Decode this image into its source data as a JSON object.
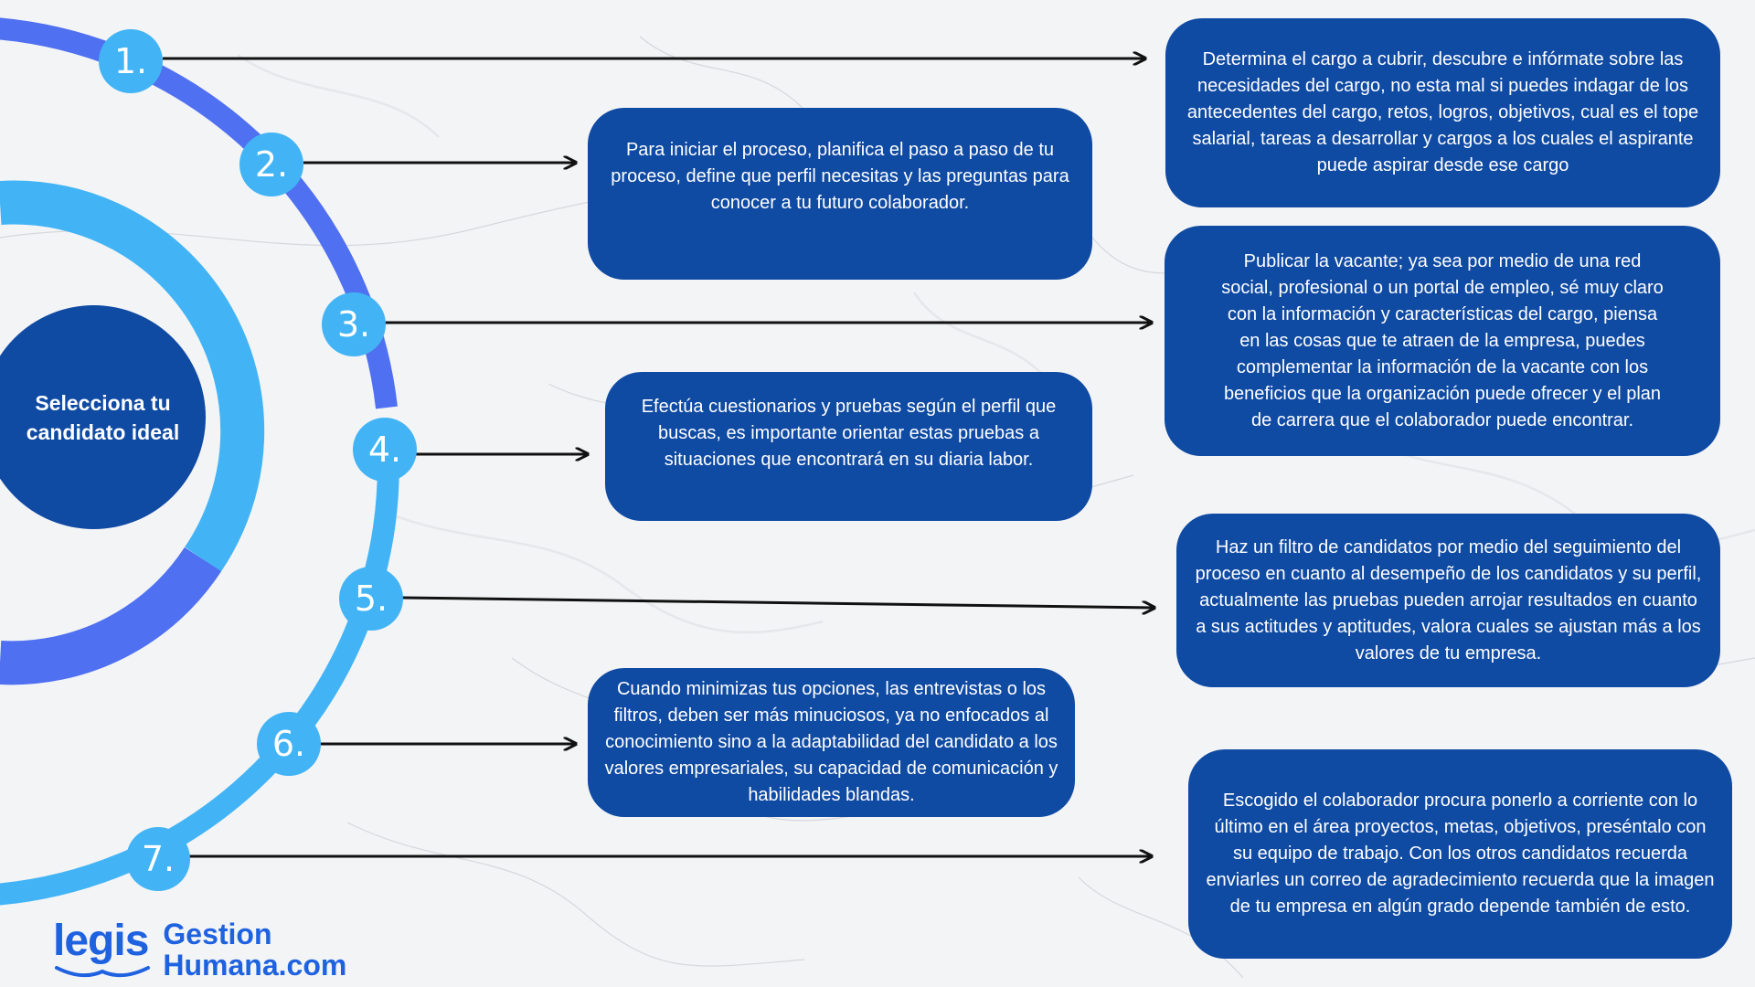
{
  "center": {
    "title": "Selecciona tu candidato ideal"
  },
  "colors": {
    "dark_blue": "#0f4aa3",
    "light_blue": "#42b4f5",
    "medium_blue": "#4f70f0",
    "arrow": "#111111"
  },
  "steps": [
    {
      "number": "1.",
      "text": "Determina el cargo a cubrir, descubre e infórmate sobre las necesidades del cargo, no esta mal si puedes indagar de los antecedentes del cargo, retos, logros, objetivos, cual es el tope salarial, tareas a desarrollar y cargos a los cuales el aspirante puede aspirar desde ese cargo"
    },
    {
      "number": "2.",
      "text": "Para iniciar el proceso, planifica el paso a paso de tu proceso, define que perfil necesitas y las preguntas para conocer a tu futuro colaborador."
    },
    {
      "number": "3.",
      "text": "Publicar la vacante; ya sea por medio de una red social, profesional o un portal de empleo, sé muy claro con la información y características del cargo, piensa en las cosas que te atraen de la empresa, puedes complementar la información de la vacante con los beneficios que la organización puede ofrecer y el plan de carrera que el colaborador puede encontrar."
    },
    {
      "number": "4.",
      "text": "Efectúa cuestionarios y pruebas según el perfil que buscas, es importante orientar estas pruebas a situaciones que encontrará en su diaria labor."
    },
    {
      "number": "5.",
      "text": "Haz un filtro de candidatos por medio del seguimiento del proceso en cuanto al desempeño de los candidatos y su perfil, actualmente las pruebas pueden arrojar resultados en cuanto a sus actitudes y aptitudes, valora cuales se ajustan más a los valores de tu empresa."
    },
    {
      "number": "6.",
      "text": "Cuando minimizas tus opciones, las entrevistas o los filtros, deben ser más minuciosos, ya no enfocados al conocimiento sino a la adaptabilidad del candidato a los valores empresariales, su capacidad de comunicación y habilidades blandas."
    },
    {
      "number": "7.",
      "text": "Escogido el colaborador procura ponerlo a corriente con lo último en el área proyectos, metas, objetivos, preséntalo con su equipo de trabajo. Con los otros candidatos recuerda enviarles un correo de agradecimiento recuerda que la imagen de tu empresa en algún grado depende también de esto."
    }
  ],
  "logo": {
    "brand": "legis",
    "line1": "Gestion",
    "line2": "Humana.com"
  }
}
